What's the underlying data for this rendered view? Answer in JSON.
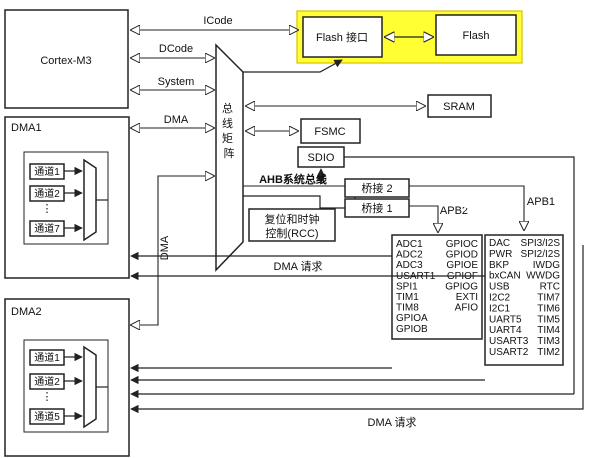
{
  "blocks": {
    "cortex": "Cortex-M3",
    "flash_if": "Flash 接口",
    "flash": "Flash",
    "sram": "SRAM",
    "fsmc": "FSMC",
    "sdio": "SDIO",
    "rcc_line1": "复位和时钟",
    "rcc_line2": "控制(RCC)",
    "bus_matrix": "总线矩阵",
    "ahb": "AHB系统总线",
    "bridge2": "桥接 2",
    "bridge1": "桥接 1"
  },
  "buses": {
    "icode": "ICode",
    "dcode": "DCode",
    "system": "System",
    "dma": "DMA",
    "dma_vertical": "DMA",
    "apb2": "APB2",
    "apb1": "APB1",
    "dma_req_1": "DMA 请求",
    "dma_req_2": "DMA 请求"
  },
  "dma1": {
    "title": "DMA1",
    "channels": [
      "通道1",
      "通道2",
      "通道7"
    ]
  },
  "dma2": {
    "title": "DMA2",
    "channels": [
      "通道1",
      "通道2",
      "通道5"
    ]
  },
  "apb2_periph": {
    "left": [
      "ADC1",
      "ADC2",
      "ADC3",
      "USART1",
      "SPI1",
      "TIM1",
      "TIM8",
      "GPIOA",
      "GPIOB"
    ],
    "right": [
      "GPIOC",
      "GPIOD",
      "GPIOE",
      "GPIOF",
      "GPIOG",
      "EXTI",
      "AFIO"
    ]
  },
  "apb1_periph": {
    "left": [
      "DAC",
      "PWR",
      "BKP",
      "bxCAN",
      "USB",
      "I2C2",
      "I2C1",
      "UART5",
      "UART4",
      "USART3",
      "USART2"
    ],
    "right": [
      "SPI3/I2S",
      "SPI2/I2S",
      "IWDG",
      "WWDG",
      "RTC",
      "TIM7",
      "TIM6",
      "TIM5",
      "TIM4",
      "TIM3",
      "TIM2"
    ]
  },
  "colors": {
    "highlight": "#ffff33",
    "stroke": "#222222"
  }
}
